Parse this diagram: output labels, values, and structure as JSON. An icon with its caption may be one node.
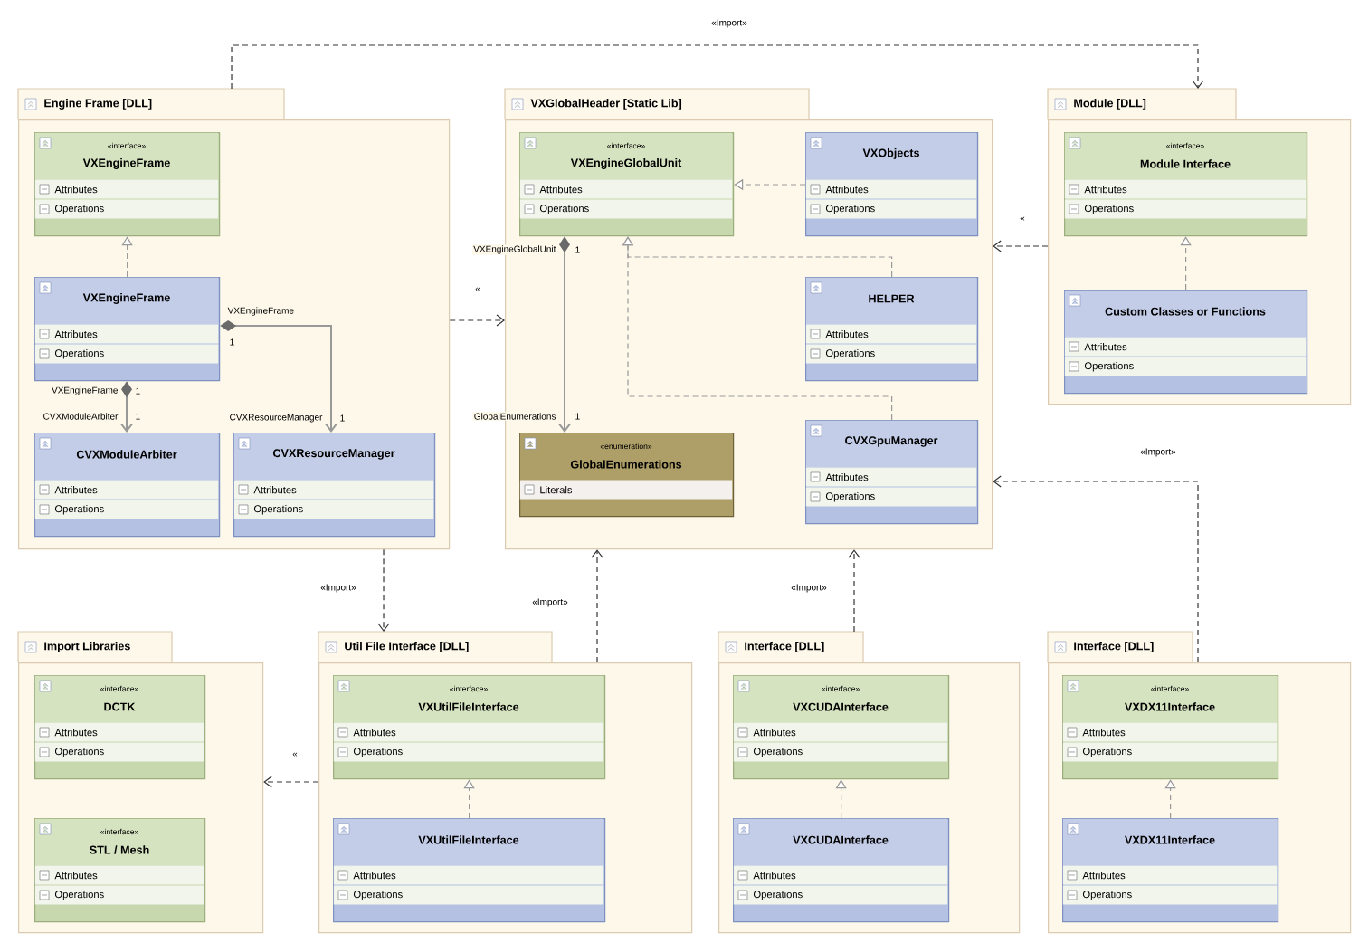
{
  "diagram": {
    "nodes": [
      {
        "text": [
          "Engine Frame [DLL]"
        ]
      },
      {
        "text": [
          "«interface»",
          "VXEngineFrame",
          "Attributes",
          "Operations"
        ],
        "in": 0
      },
      {
        "text": [
          "VXEngineFrame",
          "Attributes",
          "Operations"
        ],
        "in": 0
      },
      {
        "text": [
          "CVXModuleArbiter",
          "Attributes",
          "Operations"
        ],
        "in": 0
      },
      {
        "text": [
          "CVXResourceManager",
          "Attributes",
          "Operations"
        ],
        "in": 0
      },
      {
        "text": [
          "VXGlobalHeader [Static Lib]"
        ]
      },
      {
        "text": [
          "«interface»",
          "VXEngineGlobalUnit",
          "Attributes",
          "Operations"
        ],
        "in": 5
      },
      {
        "text": [
          "VXObjects",
          "Attributes",
          "Operations"
        ],
        "in": 5
      },
      {
        "text": [
          "HELPER",
          "Attributes",
          "Operations"
        ],
        "in": 5
      },
      {
        "text": [
          "«enumeration»",
          "GlobalEnumerations",
          "Literals"
        ],
        "in": 5
      },
      {
        "text": [
          "CVXGpuManager",
          "Attributes",
          "Operations"
        ],
        "in": 5
      },
      {
        "text": [
          "Module [DLL]"
        ]
      },
      {
        "text": [
          "«interface»",
          "Module Interface",
          "Attributes",
          "Operations"
        ],
        "in": 11
      },
      {
        "text": [
          "Custom Classes or Functions",
          "Attributes",
          "Operations"
        ],
        "in": 11
      },
      {
        "text": [
          "Import Libraries"
        ]
      },
      {
        "text": [
          "«interface»",
          "DCTK",
          "Attributes",
          "Operations"
        ],
        "in": 14
      },
      {
        "text": [
          "«interface»",
          "STL / Mesh",
          "Attributes",
          "Operations"
        ],
        "in": 14
      },
      {
        "text": [
          "Util File Interface [DLL]"
        ]
      },
      {
        "text": [
          "«interface»",
          "VXUtilFileInterface",
          "Attributes",
          "Operations"
        ],
        "in": 17
      },
      {
        "text": [
          "VXUtilFileInterface",
          "Attributes",
          "Operations"
        ],
        "in": 17
      },
      {
        "text": [
          "Interface [DLL]"
        ]
      },
      {
        "text": [
          "«interface»",
          "VXCUDAInterface",
          "Attributes",
          "Operations"
        ],
        "in": 20
      },
      {
        "text": [
          "VXCUDAInterface",
          "Attributes",
          "Operations"
        ],
        "in": 20
      },
      {
        "text": [
          "Interface [DLL]"
        ]
      },
      {
        "text": [
          "«interface»",
          "VXDX11Interface",
          "Attributes",
          "Operations"
        ],
        "in": 23
      },
      {
        "text": [
          "VXDX11Interface",
          "Attributes",
          "Operations"
        ],
        "in": 23
      }
    ],
    "edges": [
      {
        "from": 0,
        "to": 11,
        "arrow": "to",
        "label": "«Import»",
        "style": "dashed",
        "color": "#333333"
      },
      {
        "from": 0,
        "to": 5,
        "arrow": "to",
        "label": "«",
        "style": "dashed",
        "color": "#333333"
      },
      {
        "from": 11,
        "to": 5,
        "arrow": "to",
        "label": "«",
        "style": "dashed",
        "color": "#333333"
      },
      {
        "from": 0,
        "to": 17,
        "arrow": "to",
        "label": "«Import»",
        "style": "dashed",
        "color": "#333333"
      },
      {
        "from": 17,
        "to": 5,
        "arrow": "to",
        "label": "«Import»",
        "style": "dashed",
        "color": "#333333"
      },
      {
        "from": 20,
        "to": 5,
        "arrow": "to",
        "label": "«Import»",
        "style": "dashed",
        "color": "#333333"
      },
      {
        "from": 23,
        "to": 5,
        "arrow": "to",
        "label": "«Import»",
        "style": "dashed",
        "color": "#333333"
      },
      {
        "from": 17,
        "to": 14,
        "arrow": "to",
        "label": "«",
        "style": "dashed",
        "color": "#333333"
      },
      {
        "from": 2,
        "to": 1,
        "arrow": "to",
        "style": "dashed"
      },
      {
        "from": 2,
        "to": 4,
        "arrow": "to"
      },
      {
        "from": 2,
        "to": 3,
        "arrow": "to"
      },
      {
        "from": 6,
        "to": 9,
        "arrow": "to"
      },
      {
        "from": 7,
        "to": 6,
        "arrow": "to",
        "style": "dashed"
      },
      {
        "from": 8,
        "to": 6,
        "arrow": "to",
        "style": "dashed"
      },
      {
        "from": 10,
        "to": 6,
        "arrow": "to",
        "style": "dashed"
      },
      {
        "from": 13,
        "to": 12,
        "arrow": "to",
        "style": "dashed"
      },
      {
        "from": 19,
        "to": 18,
        "arrow": "to",
        "style": "dashed"
      },
      {
        "from": 22,
        "to": 21,
        "arrow": "to",
        "style": "dashed"
      },
      {
        "from": 25,
        "to": 24,
        "arrow": "to",
        "style": "dashed"
      }
    ],
    "labels": [
      "VXEngineFrame",
      "1",
      "CVXResourceManager",
      "1",
      "VXEngineFrame",
      "1",
      "CVXModuleArbiter",
      "1",
      "VXEngineGlobalUnit",
      "1",
      "GlobalEnumerations",
      "1"
    ]
  }
}
